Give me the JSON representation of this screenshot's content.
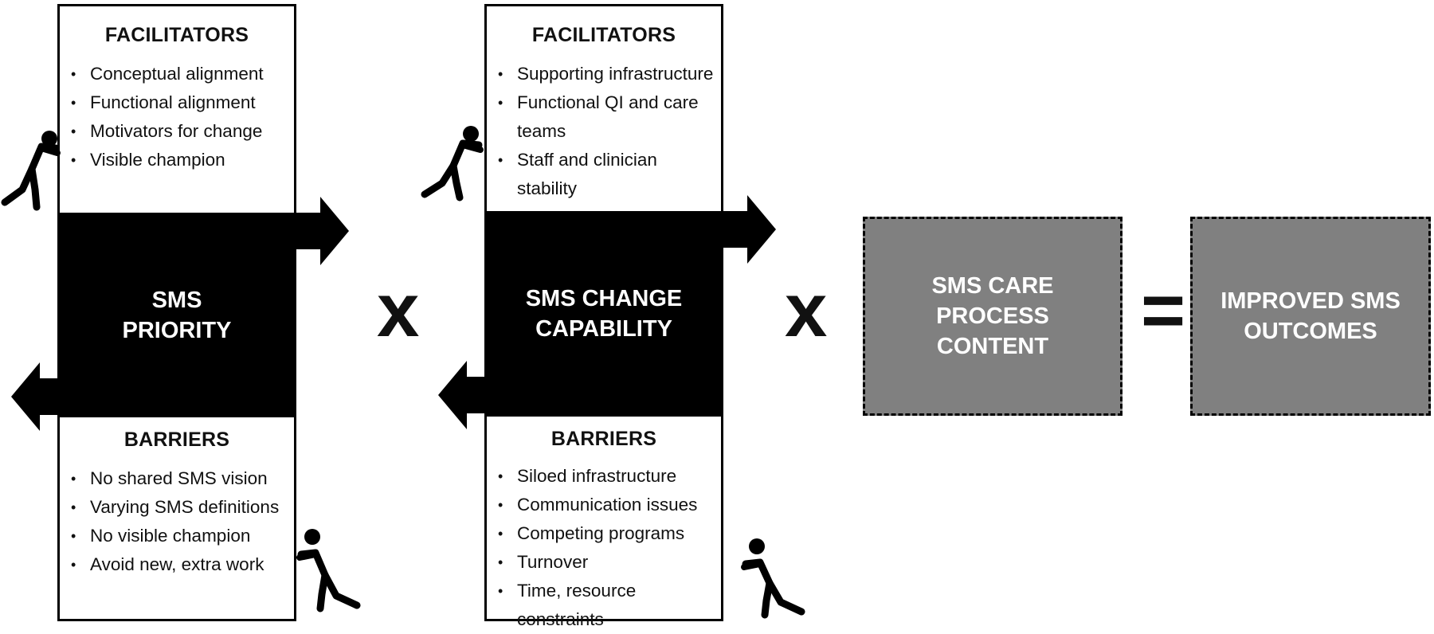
{
  "left_column": {
    "facilitators": {
      "heading": "FACILITATORS",
      "items": [
        "Conceptual alignment",
        "Functional alignment",
        "Motivators for change",
        "Visible champion"
      ]
    },
    "core": {
      "line1": "SMS",
      "line2": "PRIORITY"
    },
    "barriers": {
      "heading": "BARRIERS",
      "items": [
        "No shared SMS vision",
        "Varying SMS definitions",
        "No visible champion",
        "Avoid new, extra work"
      ]
    }
  },
  "middle_column": {
    "facilitators": {
      "heading": "FACILITATORS",
      "items": [
        "Supporting infrastructure",
        "Functional QI and care teams",
        "Staff and clinician stability"
      ]
    },
    "core": {
      "line1": "SMS CHANGE",
      "line2": "CAPABILITY"
    },
    "barriers": {
      "heading": "BARRIERS",
      "items": [
        "Siloed infrastructure",
        "Communication issues",
        "Competing programs",
        "Turnover",
        "Time, resource constraints"
      ]
    }
  },
  "operators": {
    "multiply_1": "x",
    "multiply_2": "x",
    "equals": "="
  },
  "process_box": {
    "line1": "SMS CARE",
    "line2": "PROCESS",
    "line3": "CONTENT"
  },
  "outcome_box": {
    "line1": "IMPROVED SMS",
    "line2": "OUTCOMES"
  },
  "colors": {
    "core_fill": "#000000",
    "box_fill": "#808080",
    "text_on_dark": "#ffffff"
  },
  "icons": [
    "pushing-person-icon"
  ]
}
